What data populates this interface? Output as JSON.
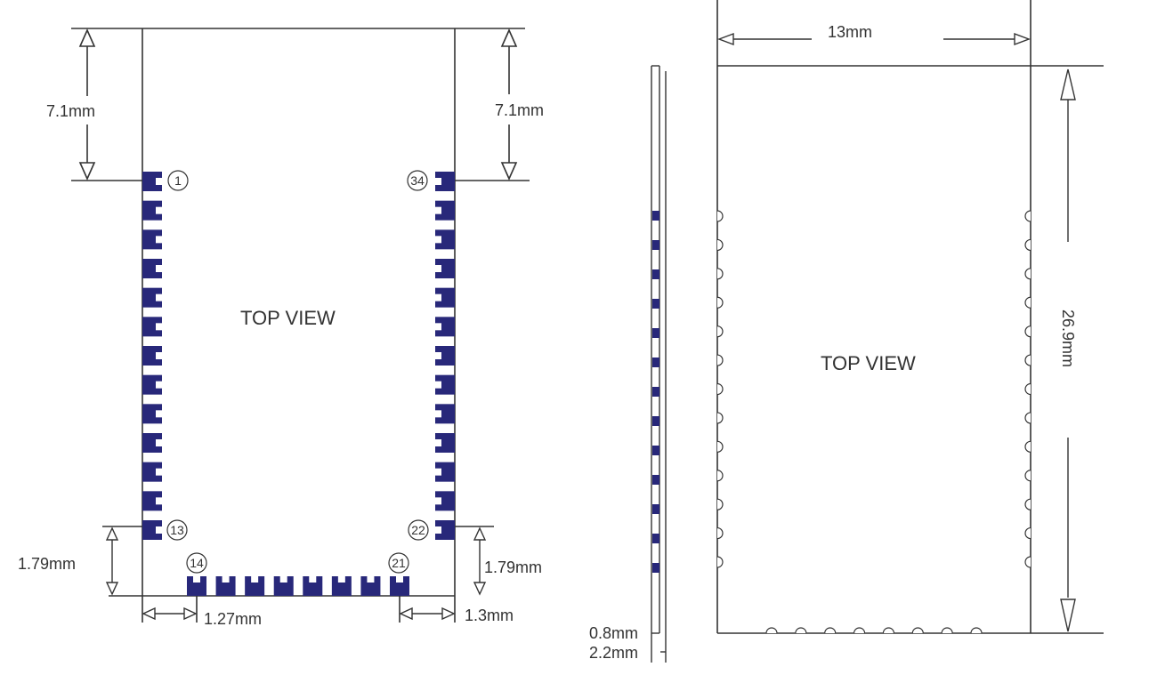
{
  "colors": {
    "pad": "#28287a",
    "line": "#333333",
    "text": "#333333"
  },
  "left_view": {
    "title": "TOP VIEW",
    "dims": {
      "top_left": "7.1mm",
      "top_right": "7.1mm",
      "bottom_left": "1.79mm",
      "bottom_right": "1.79mm",
      "pitch": "1.27mm",
      "edge": "1.3mm"
    },
    "pins": {
      "p1": "1",
      "p13": "13",
      "p14": "14",
      "p21": "21",
      "p22": "22",
      "p34": "34"
    },
    "left_pad_count": 13,
    "right_pad_count": 13,
    "bottom_pad_count": 8
  },
  "side_view": {
    "dims": {
      "board": "0.8mm",
      "total": "2.2mm"
    },
    "pad_count": 13
  },
  "right_view": {
    "title": "TOP VIEW",
    "dims": {
      "width": "13mm",
      "height": "26.9mm"
    },
    "side_castellation_count": 13,
    "bottom_castellation_count": 8
  }
}
